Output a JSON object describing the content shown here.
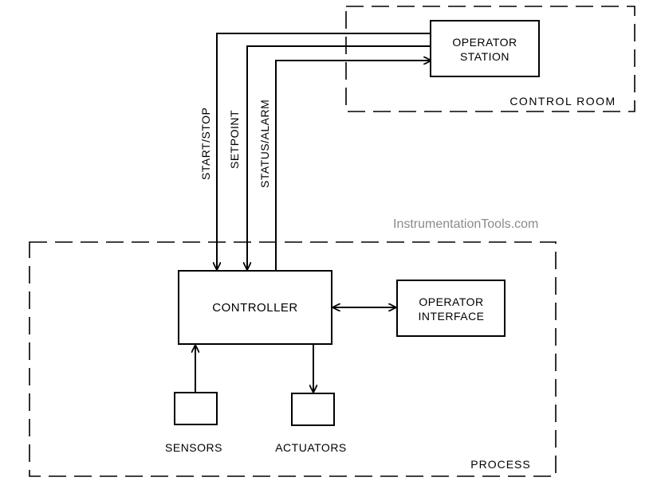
{
  "labels": {
    "operator_station_line1": "OPERATOR",
    "operator_station_line2": "STATION",
    "control_room": "CONTROL ROOM",
    "start_stop": "START/STOP",
    "setpoint": "SETPOINT",
    "status_alarm": "STATUS/ALARM",
    "controller": "CONTROLLER",
    "operator_interface_line1": "OPERATOR",
    "operator_interface_line2": "INTERFACE",
    "sensors": "SENSORS",
    "actuators": "ACTUATORS",
    "process": "PROCESS"
  },
  "watermark": "InstrumentationTools.com"
}
